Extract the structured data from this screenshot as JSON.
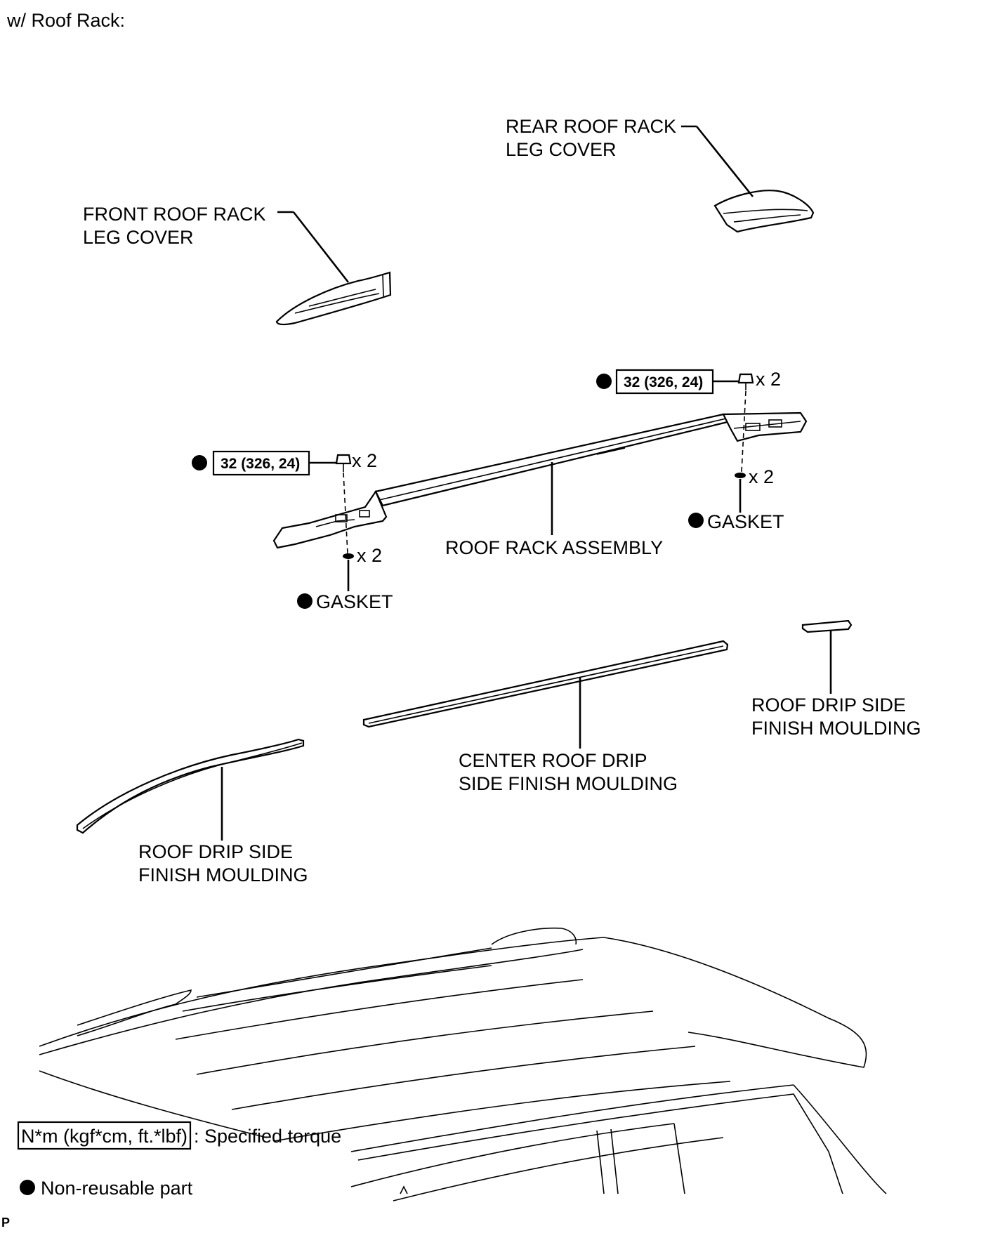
{
  "header": {
    "title": "w/ Roof Rack:"
  },
  "parts": {
    "rear_leg_cover": [
      "REAR ROOF RACK",
      "LEG COVER"
    ],
    "front_leg_cover": [
      "FRONT ROOF RACK",
      "LEG COVER"
    ],
    "roof_rack_assembly": "ROOF RACK ASSEMBLY",
    "gasket_left": "GASKET",
    "gasket_right": "GASKET",
    "drip_moulding_right": [
      "ROOF DRIP SIDE",
      "FINISH MOULDING"
    ],
    "center_drip_moulding": [
      "CENTER ROOF DRIP",
      "SIDE FINISH MOULDING"
    ],
    "drip_moulding_left": [
      "ROOF DRIP SIDE",
      "FINISH MOULDING"
    ]
  },
  "torque": {
    "left": "32 (326, 24)",
    "right": "32 (326, 24)"
  },
  "quantities": {
    "bolt_left": "x 2",
    "bolt_right": "x 2",
    "gasket_left": "x 2",
    "gasket_right": "x 2"
  },
  "legend": {
    "torque_box": "N*m (kgf*cm, ft.*lbf)",
    "torque_text": ": Specified torque",
    "nonreusable_text": "Non-reusable part"
  },
  "footer_mark": "P"
}
